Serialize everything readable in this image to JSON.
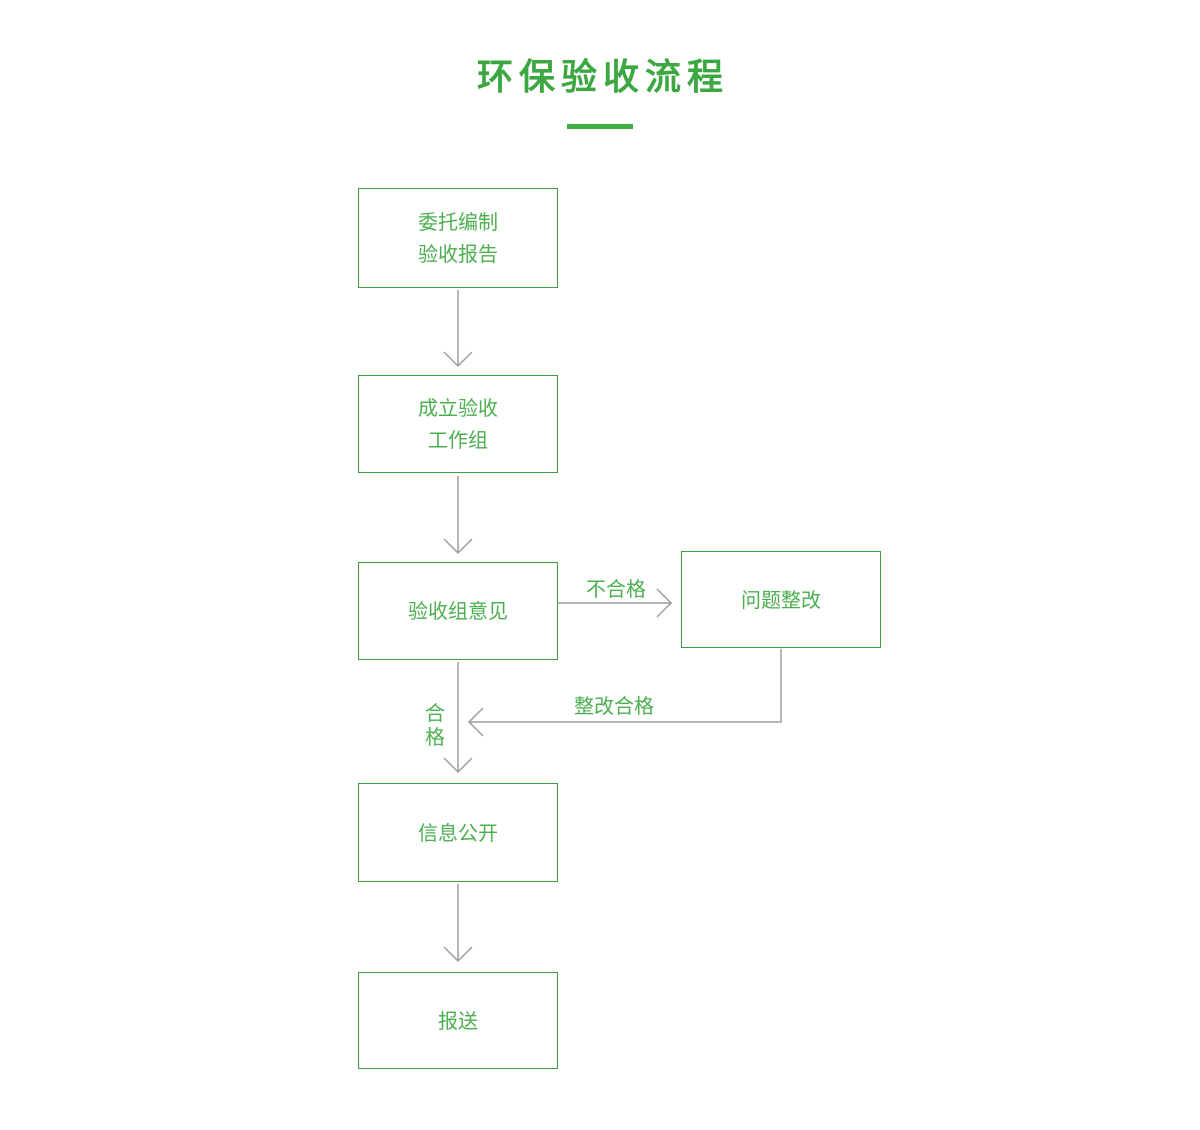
{
  "title": {
    "text": "环保验收流程"
  },
  "colors": {
    "green-title": "#3da742",
    "green-border": "#3f9f43",
    "green-text": "#4caf50",
    "green-bar": "#3cb043",
    "arrow-gray": "#9e9e9e",
    "background": "#ffffff"
  },
  "nodes": [
    {
      "id": "entrust-report",
      "label": "委托编制\n验收报告"
    },
    {
      "id": "form-workgroup",
      "label": "成立验收\n工作组"
    },
    {
      "id": "acceptance-opinion",
      "label": "验收组意见"
    },
    {
      "id": "problem-rectification",
      "label": "问题整改"
    },
    {
      "id": "information-disclosure",
      "label": "信息公开"
    },
    {
      "id": "submission",
      "label": "报送"
    }
  ],
  "edge_labels": {
    "unqualified": "不合格",
    "rectification_passed": "整改合格",
    "qualified": "合\n格"
  }
}
